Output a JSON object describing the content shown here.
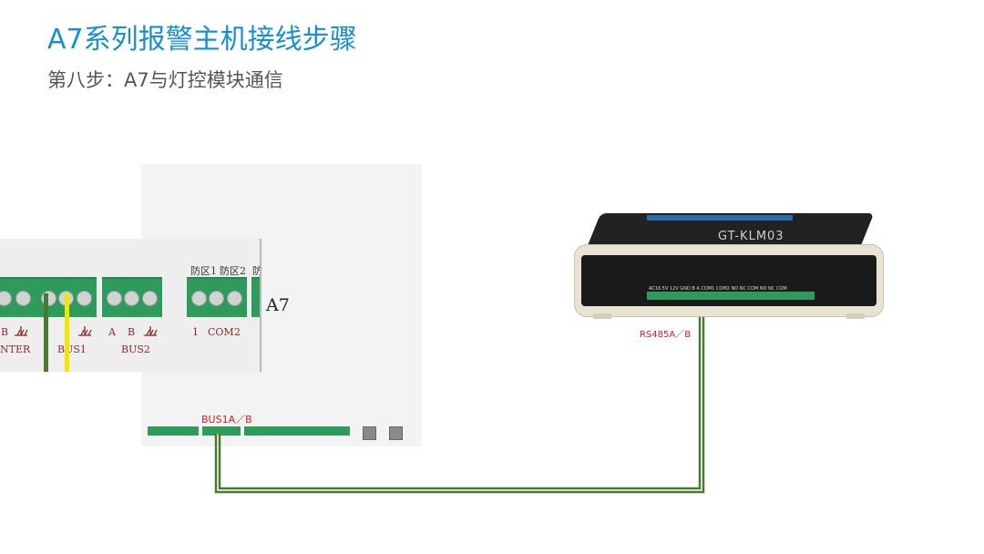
{
  "title": "A7系列报警主机接线步骤",
  "subtitle": "第八步：A7与灯控模块通信",
  "zoom": {
    "label_b": "B",
    "label_nter": "NTER",
    "label_bus1": "BUS1",
    "label_a": "A",
    "label_b2": "B",
    "label_bus2": "BUS2",
    "label_zone1": "防区1",
    "label_zone2": "防区2",
    "label_zone3": "防",
    "label_1": "1",
    "label_com": "COM",
    "label_2": "2",
    "a7": "A7"
  },
  "bus_label": "BUS1A／B",
  "device": {
    "model": "GT-KLM03",
    "terminal_labels": "AC16.5V 12V GND B A COM1  COM2 NO NC COM NO NC COM",
    "rs_label": "RS485A／B"
  },
  "colors": {
    "title": "#1a8fd0",
    "terminal_green": "#2e9a5b",
    "wire_green": "#4a7a32",
    "wire_yellow": "#f2e600",
    "label_red": "#cc2222"
  }
}
